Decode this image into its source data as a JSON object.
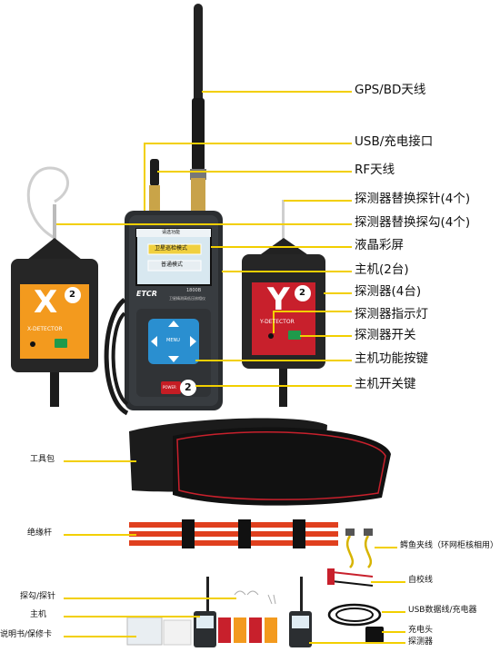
{
  "labels": [
    "GPS/BD天线",
    "USB/充电接口",
    "RF天线",
    "探测器替换探针(4个)",
    "探测器替换探勾(4个)",
    "液晶彩屏",
    "主机(2台)",
    "探测器(4台)",
    "探测器指示灯",
    "探测器开关",
    "主机功能按键",
    "主机开关键"
  ],
  "device": {
    "screen_title": "请选功能",
    "menu_1": "卫星巡检模式",
    "menu_2": "普通模式",
    "brand": "ETCR",
    "model": "1800B",
    "model_sub": "卫星精测高低压核相仪",
    "menu_btn": "MENU",
    "power_btn": "POWER",
    "host_badge": "2",
    "x_letter": "X",
    "x_name": "X-DETECTOR",
    "y_letter": "Y",
    "y_name": "Y-DETECTOR",
    "detector_badge": "2"
  },
  "accessories": {
    "bag": "工具包",
    "rod": "绝缘杆",
    "clip_cable": "鳄鱼夹线（环网柜核相用）",
    "calib_cable": "自校线",
    "hook_probe": "探勾/探针",
    "host": "主机",
    "usb_cable": "USB数据线/充电器",
    "manual": "说明书/保修卡",
    "charger": "充电头",
    "detector": "探测器"
  },
  "colors": {
    "leader": "#f2cf00",
    "x_orange": "#f39a1e",
    "y_red": "#c8202c",
    "screen_blue": "#cfe3ee",
    "button_blue": "#2a8fd0",
    "power_red": "#c51d24",
    "rod_red": "#e0401e",
    "green_btn": "#1f9a4b"
  }
}
